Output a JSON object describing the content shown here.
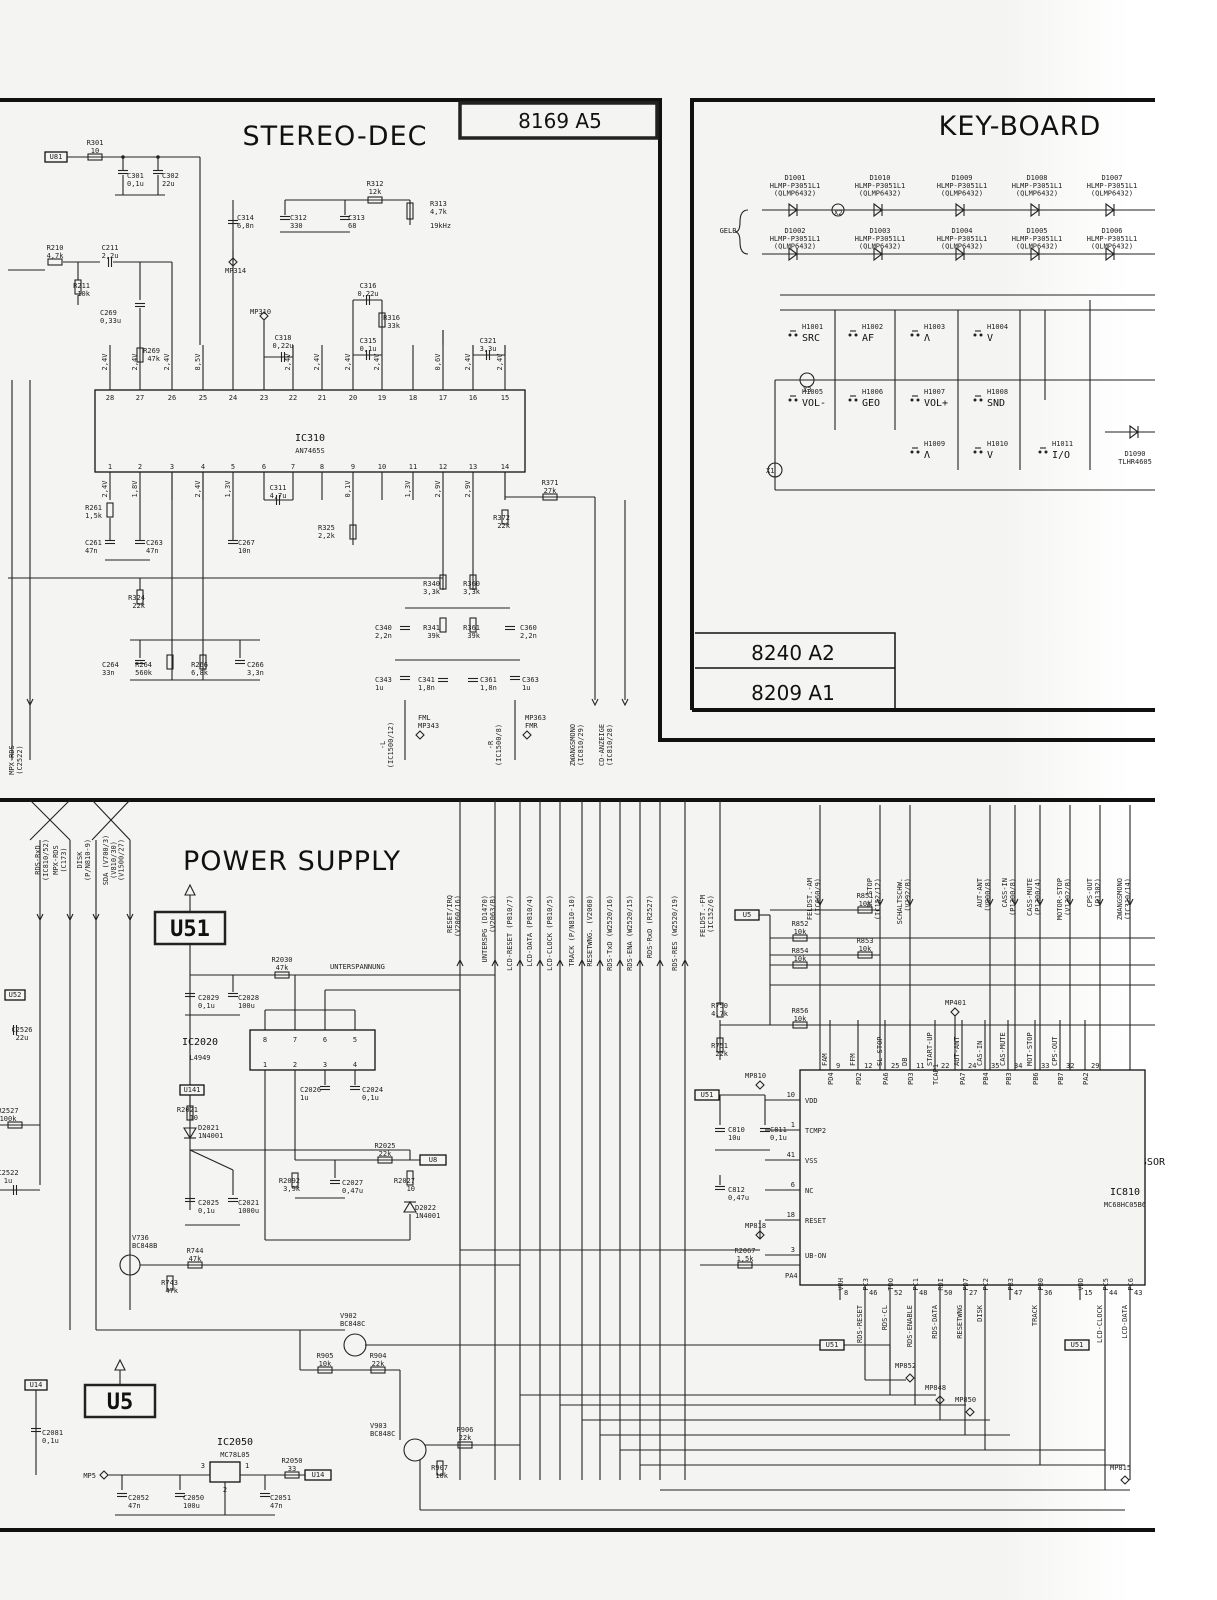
{
  "titles": {
    "stereo_dec": "STEREO-DEC",
    "stereo_code": "8169 A5",
    "keyboard": "KEY-BOARD",
    "code_a2": "8240 A2",
    "code_a1": "8209 A1",
    "power_supply": "POWER SUPPLY",
    "processor": "PROCESSOR",
    "gelb": "GELB",
    "unterspannung": "UNTERSPANNUNG"
  },
  "ics": {
    "ic310": {
      "ref": "IC310",
      "part": "AN7465S",
      "top_pins": [
        "28",
        "27",
        "26",
        "25",
        "24",
        "23",
        "22",
        "21",
        "20",
        "19",
        "18",
        "17",
        "16",
        "15"
      ],
      "bottom_pins": [
        "1",
        "2",
        "3",
        "4",
        "5",
        "6",
        "7",
        "8",
        "9",
        "10",
        "11",
        "12",
        "13",
        "14"
      ],
      "top_volts": [
        "2,4V",
        "2,4V",
        "2,4V",
        "8,5V",
        "",
        "",
        "2,4V",
        "2,4V",
        "2,4V",
        "2,4V",
        "",
        "0,6V",
        "2,4V",
        "2,4V"
      ],
      "bottom_volts": [
        "2,4V",
        "1,8V",
        "",
        "2,4V",
        "1,3V",
        "",
        "",
        "",
        "0,1V",
        "",
        "1,3V",
        "2,9V",
        "2,9V",
        ""
      ]
    },
    "ic2020": {
      "ref": "IC2020",
      "part": "L4949",
      "top_pins": [
        "8",
        "7",
        "6",
        "5"
      ],
      "bottom_pins": [
        "1",
        "2",
        "3",
        "4"
      ]
    },
    "ic2050": {
      "ref": "IC2050",
      "part": "MC78L05",
      "pins": [
        "3",
        "1",
        "2"
      ]
    },
    "ic810": {
      "ref": "IC810",
      "part": "MC68HC05B6"
    }
  },
  "supply_boxes": {
    "u51": "U51",
    "u5": "U5"
  },
  "labels": {
    "u81": "U81",
    "u52": "U52",
    "u141": "U141",
    "u8": "U8",
    "u14": "U14",
    "u14b": "U14",
    "u5b": "U5",
    "u51b": "U51",
    "u51c": "U51",
    "u51d": "U51",
    "mp5": "MP5",
    "mp314": "MP314",
    "mp310": "MP310",
    "mp343": "MP343",
    "mp363": "MP363",
    "mp401": "MP401",
    "mp810": "MP810",
    "mp818": "MP818",
    "mp852": "MP852",
    "mp848": "MP848",
    "mp850": "MP850",
    "mp815": "MP815",
    "fml": "FML",
    "fmr": "FMR",
    "x1": "X1",
    "x2": "X2",
    "x3": "X3"
  },
  "components": {
    "r301": [
      "R301",
      "10"
    ],
    "c301": [
      "C301",
      "0,1u"
    ],
    "c302": [
      "C302",
      "22u"
    ],
    "r210": [
      "R210",
      "4,7k"
    ],
    "c211": [
      "C211",
      "2,2u"
    ],
    "r211": [
      "R211",
      "10k"
    ],
    "c269": [
      "C269",
      "0,33u"
    ],
    "r269": [
      "R269",
      "47k"
    ],
    "c314": [
      "C314",
      "6,8n"
    ],
    "c312": [
      "C312",
      "330"
    ],
    "c313": [
      "C313",
      "68"
    ],
    "r312": [
      "R312",
      "12k"
    ],
    "r313": [
      "R313",
      "4,7k"
    ],
    "f19k": [
      "19kHz"
    ],
    "c316": [
      "C316",
      "0,22u"
    ],
    "r316": [
      "R316",
      "33k"
    ],
    "c318": [
      "C318",
      "0,22u"
    ],
    "c315": [
      "C315",
      "0,1u"
    ],
    "c321": [
      "C321",
      "3,3u"
    ],
    "r261": [
      "R261",
      "1,5k"
    ],
    "c261": [
      "C261",
      "47n"
    ],
    "c263": [
      "C263",
      "47n"
    ],
    "c311": [
      "C311",
      "4,7u"
    ],
    "c267": [
      "C267",
      "10n"
    ],
    "r325": [
      "R325",
      "2,2k"
    ],
    "r371": [
      "R371",
      "27k"
    ],
    "r372": [
      "R372",
      "22k"
    ],
    "r324": [
      "R324",
      "22k"
    ],
    "r340": [
      "R340",
      "3,3k"
    ],
    "r360": [
      "R360",
      "3,3k"
    ],
    "c340": [
      "C340",
      "2,2n"
    ],
    "r341": [
      "R341",
      "39k"
    ],
    "r361": [
      "R361",
      "39k"
    ],
    "c360": [
      "C360",
      "2,2n"
    ],
    "c264": [
      "C264",
      "33n"
    ],
    "r264": [
      "R264",
      "560k"
    ],
    "r266": [
      "R266",
      "6,8k"
    ],
    "c266": [
      "C266",
      "3,3n"
    ],
    "c343": [
      "C343",
      "1u"
    ],
    "c341": [
      "C341",
      "1,8n"
    ],
    "c361": [
      "C361",
      "1,8n"
    ],
    "c363": [
      "C363",
      "1u"
    ],
    "c2526": [
      "C2526",
      "22u"
    ],
    "r2527": [
      "R2527",
      "100k"
    ],
    "c2522": [
      "C2522",
      "1u"
    ],
    "c2029": [
      "C2029",
      "0,1u"
    ],
    "c2028": [
      "C2028",
      "100u"
    ],
    "r2030": [
      "R2030",
      "47k"
    ],
    "c2026": [
      "C2026",
      "1u"
    ],
    "c2024": [
      "C2024",
      "0,1u"
    ],
    "r2021": [
      "R2021",
      "10"
    ],
    "d2021": [
      "D2021",
      "1N4001"
    ],
    "r2025": [
      "R2025",
      "22k"
    ],
    "r2092": [
      "R2092",
      "3,9k"
    ],
    "c2027": [
      "C2027",
      "0,47u"
    ],
    "r2027": [
      "R2027",
      "10"
    ],
    "c2025": [
      "C2025",
      "0,1u"
    ],
    "c2021": [
      "C2021",
      "1000u"
    ],
    "d2022": [
      "D2022",
      "1N4001"
    ],
    "v736": [
      "V736",
      "BC848B"
    ],
    "r744": [
      "R744",
      "47k"
    ],
    "r743": [
      "R743",
      "47k"
    ],
    "v902": [
      "V902",
      "BC848C"
    ],
    "r905": [
      "R905",
      "10k"
    ],
    "r904": [
      "R904",
      "22k"
    ],
    "v903": [
      "V903",
      "BC848C"
    ],
    "r906": [
      "R906",
      "22k"
    ],
    "r907": [
      "R907",
      "10k"
    ],
    "c2081": [
      "C2081",
      "0,1u"
    ],
    "c2052": [
      "C2052",
      "47n"
    ],
    "c2050": [
      "C2050",
      "100u"
    ],
    "c2051": [
      "C2051",
      "47n"
    ],
    "r2050": [
      "R2050",
      "33"
    ],
    "r852": [
      "R852",
      "10k"
    ],
    "r851": [
      "R851",
      "10k"
    ],
    "r853": [
      "R853",
      "10k"
    ],
    "r854": [
      "R854",
      "10k"
    ],
    "r856": [
      "R856",
      "10k"
    ],
    "r750": [
      "R750",
      "4,7k"
    ],
    "r751": [
      "R751",
      "22k"
    ],
    "c810": [
      "C810",
      "10u"
    ],
    "c811": [
      "C811",
      "0,1u"
    ],
    "c812": [
      "C812",
      "0,47u"
    ],
    "r2067": [
      "R2067",
      "1,5k"
    ]
  },
  "keyboard": {
    "leds_top": [
      [
        "D1001",
        "HLMP-P3051L1",
        "(QLMP6432)"
      ],
      [
        "D1010",
        "HLMP-P3051L1",
        "(QLMP6432)"
      ],
      [
        "D1009",
        "HLMP-P3051L1",
        "(QLMP6432)"
      ],
      [
        "D1008",
        "HLMP-P3051L1",
        "(QLMP6432)"
      ],
      [
        "D1007",
        "HLMP-P3051L1",
        "(QLMP6432)"
      ]
    ],
    "leds_bot": [
      [
        "D1002",
        "HLMP-P3051L1",
        "(QLMP6432)"
      ],
      [
        "D1003",
        "HLMP-P3051L1",
        "(QLMP6432)"
      ],
      [
        "D1004",
        "HLMP-P3051L1",
        "(QLMP6432)"
      ],
      [
        "D1005",
        "HLMP-P3051L1",
        "(QLMP6432)"
      ],
      [
        "D1006",
        "HLMP-P3051L1",
        "(QLMP6432)"
      ]
    ],
    "keys": [
      [
        "H1001",
        "SRC"
      ],
      [
        "H1002",
        "AF"
      ],
      [
        "H1003",
        "Λ"
      ],
      [
        "H1004",
        "V"
      ],
      [
        "H1005",
        "VOL-"
      ],
      [
        "H1006",
        "GEO"
      ],
      [
        "H1007",
        "VOL+"
      ],
      [
        "H1008",
        "SND"
      ],
      [
        "H1009",
        "Λ"
      ],
      [
        "H1010",
        "V"
      ],
      [
        "H1011",
        "I/O"
      ]
    ],
    "d1090": [
      "D1090",
      "TLHR4605"
    ]
  },
  "signals": {
    "mpx_rds_left": "MPX-RDS\n(C2522)",
    "rds_rxd": "RDS-RxD\n(IC810/52)",
    "mpx_rds": "MPX-RDS\n(C173)",
    "disk": "DISK\n(P/N810-9)",
    "sda": "SDA (V700/3)\n(V810/30)\n(V1500/27)",
    "out_l": "-L\n(IC1500/12)",
    "out_r": "-R\n(IC1500/8)",
    "zwangsmono": "ZWANGSMONO\n(IC810/29)",
    "cd_anzeige": "CD-ANZEIGE\n(IC810/28)",
    "bus": [
      "RESET/IRQ\n(V2060/16)",
      "UNTERSPG (D1470)\n(V2063/B)",
      "LCD-RESET (P810/7)",
      "LCD-DATA (P810/4)",
      "LCD-CLOCK (P810/5)",
      "TRACK (P/N810-10)",
      "RESETWNG. (V2060)",
      "RDS-TxD (W2520/16)",
      "RDS-ENA (W2520/15)",
      "RDS-RxD (R2527)",
      "RDS-RES (W2520/19)",
      "FELDST.-FM\n(IC152/6)",
      "FELDST.-AM\n(IC660/9)",
      "SL-STOP\n(IC152/12)",
      "SCHALTSCHW.\n(V192/B)",
      "AUT-ANT\n(V900/8)",
      "CASS-IN\n(P1300/8)",
      "CASS-MUTE\n(P1300/4)",
      "MOTOR-STOP\n(V1302/B)",
      "CPS-OUT\n(D1302)",
      "ZWANGSMONO\n(IC310/14)"
    ],
    "proc_top": [
      [
        "PD4",
        "FAM",
        "9"
      ],
      [
        "PD2",
        "FFM",
        "12"
      ],
      [
        "PA6",
        "SL-STOP",
        "25"
      ],
      [
        "PD3",
        "DB",
        "11"
      ],
      [
        "TCAP1",
        "START-UP",
        "22"
      ],
      [
        "PA7",
        "AUT-ANT",
        "24"
      ],
      [
        "PB4",
        "CAS-IN",
        "35"
      ],
      [
        "PB3",
        "CAS-MUTE",
        "34"
      ],
      [
        "PB6",
        "MOT-STOP",
        "33"
      ],
      [
        "PB7",
        "CPS-OUT",
        "32"
      ],
      [
        "PA2",
        "",
        "29"
      ]
    ],
    "proc_left": [
      [
        "10",
        "VDD"
      ],
      [
        "1",
        "TCMP2"
      ],
      [
        "41",
        "VSS"
      ],
      [
        "6",
        "NC"
      ],
      [
        "18",
        "RESET"
      ],
      [
        "3",
        "UB-ON"
      ]
    ],
    "proc_bottom": [
      [
        "VRH",
        "8",
        ""
      ],
      [
        "PC3",
        "46",
        "RDS-RESET"
      ],
      [
        "TDO",
        "52",
        "RDS-CL"
      ],
      [
        "PC1",
        "48",
        "RDS-ENABLE"
      ],
      [
        "RDI",
        "50",
        "RDS-DATA"
      ],
      [
        "PD7",
        "27",
        "RESETWNG"
      ],
      [
        "PC2",
        "",
        "DISK"
      ],
      [
        "PB3",
        "47",
        ""
      ],
      [
        "PB0",
        "36",
        "TRACK"
      ],
      [
        "VDD",
        "15",
        ""
      ],
      [
        "PC5",
        "44",
        "LCD-CLOCK"
      ],
      [
        "PC6",
        "43",
        "LCD-DATA"
      ]
    ],
    "pa4": "PA4"
  }
}
